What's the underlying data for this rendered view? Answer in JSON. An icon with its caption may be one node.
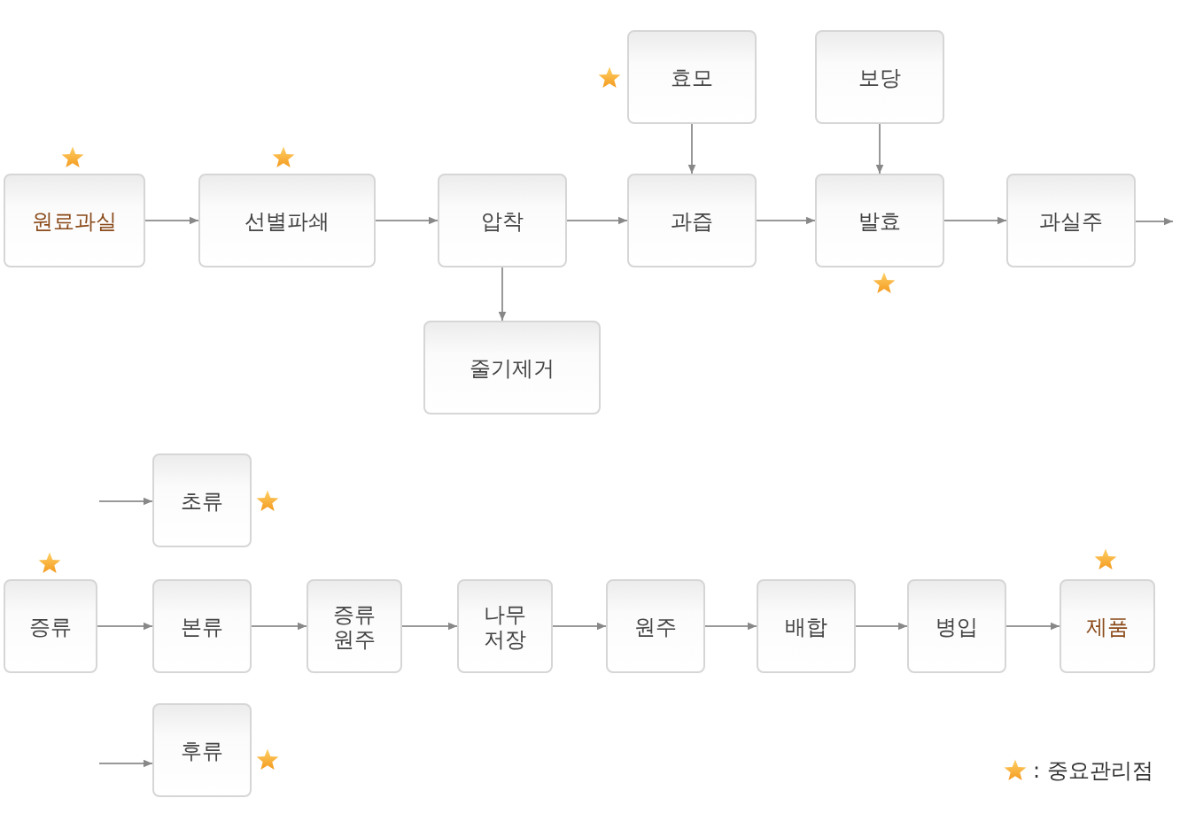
{
  "diagram": {
    "nodes": [
      {
        "text": [
          "원료과실"
        ]
      },
      {
        "text": [
          "선별파쇄"
        ]
      },
      {
        "text": [
          "압착"
        ]
      },
      {
        "text": [
          "줄기제거"
        ]
      },
      {
        "text": [
          "효모"
        ]
      },
      {
        "text": [
          "과즙"
        ]
      },
      {
        "text": [
          "보당"
        ]
      },
      {
        "text": [
          "발효"
        ]
      },
      {
        "text": [
          "과실주"
        ]
      },
      {
        "text": [
          "증류"
        ]
      },
      {
        "text": [
          "초류"
        ]
      },
      {
        "text": [
          "본류"
        ]
      },
      {
        "text": [
          "증류 원주"
        ]
      },
      {
        "text": [
          "나무 저장"
        ]
      },
      {
        "text": [
          "원주"
        ]
      },
      {
        "text": [
          "배합"
        ]
      },
      {
        "text": [
          "병입"
        ]
      },
      {
        "text": [
          "제품"
        ]
      },
      {
        "text": [
          "후류"
        ]
      }
    ],
    "edges": [
      {
        "from": 0,
        "to": 1,
        "arrow": "to"
      },
      {
        "from": 1,
        "to": 2,
        "arrow": "to"
      },
      {
        "from": 2,
        "to": 5,
        "arrow": "to"
      },
      {
        "from": 2,
        "to": 3,
        "arrow": "to"
      },
      {
        "from": 4,
        "to": 5,
        "arrow": "to"
      },
      {
        "from": 5,
        "to": 7,
        "arrow": "to"
      },
      {
        "from": 6,
        "to": 7,
        "arrow": "to"
      },
      {
        "from": 7,
        "to": 8,
        "arrow": "to"
      },
      {
        "from": 8,
        "to": null,
        "arrow": "to"
      },
      {
        "from": null,
        "to": 10,
        "arrow": "to"
      },
      {
        "from": 9,
        "to": 11,
        "arrow": "to"
      },
      {
        "from": 11,
        "to": 12,
        "arrow": "to"
      },
      {
        "from": 12,
        "to": 13,
        "arrow": "to"
      },
      {
        "from": 13,
        "to": 14,
        "arrow": "to"
      },
      {
        "from": 14,
        "to": 15,
        "arrow": "to"
      },
      {
        "from": 15,
        "to": 16,
        "arrow": "to"
      },
      {
        "from": 16,
        "to": 17,
        "arrow": "to"
      },
      {
        "from": null,
        "to": 18,
        "arrow": "to"
      }
    ],
    "legend": [
      {
        "text": ": 중요관리점"
      }
    ]
  }
}
